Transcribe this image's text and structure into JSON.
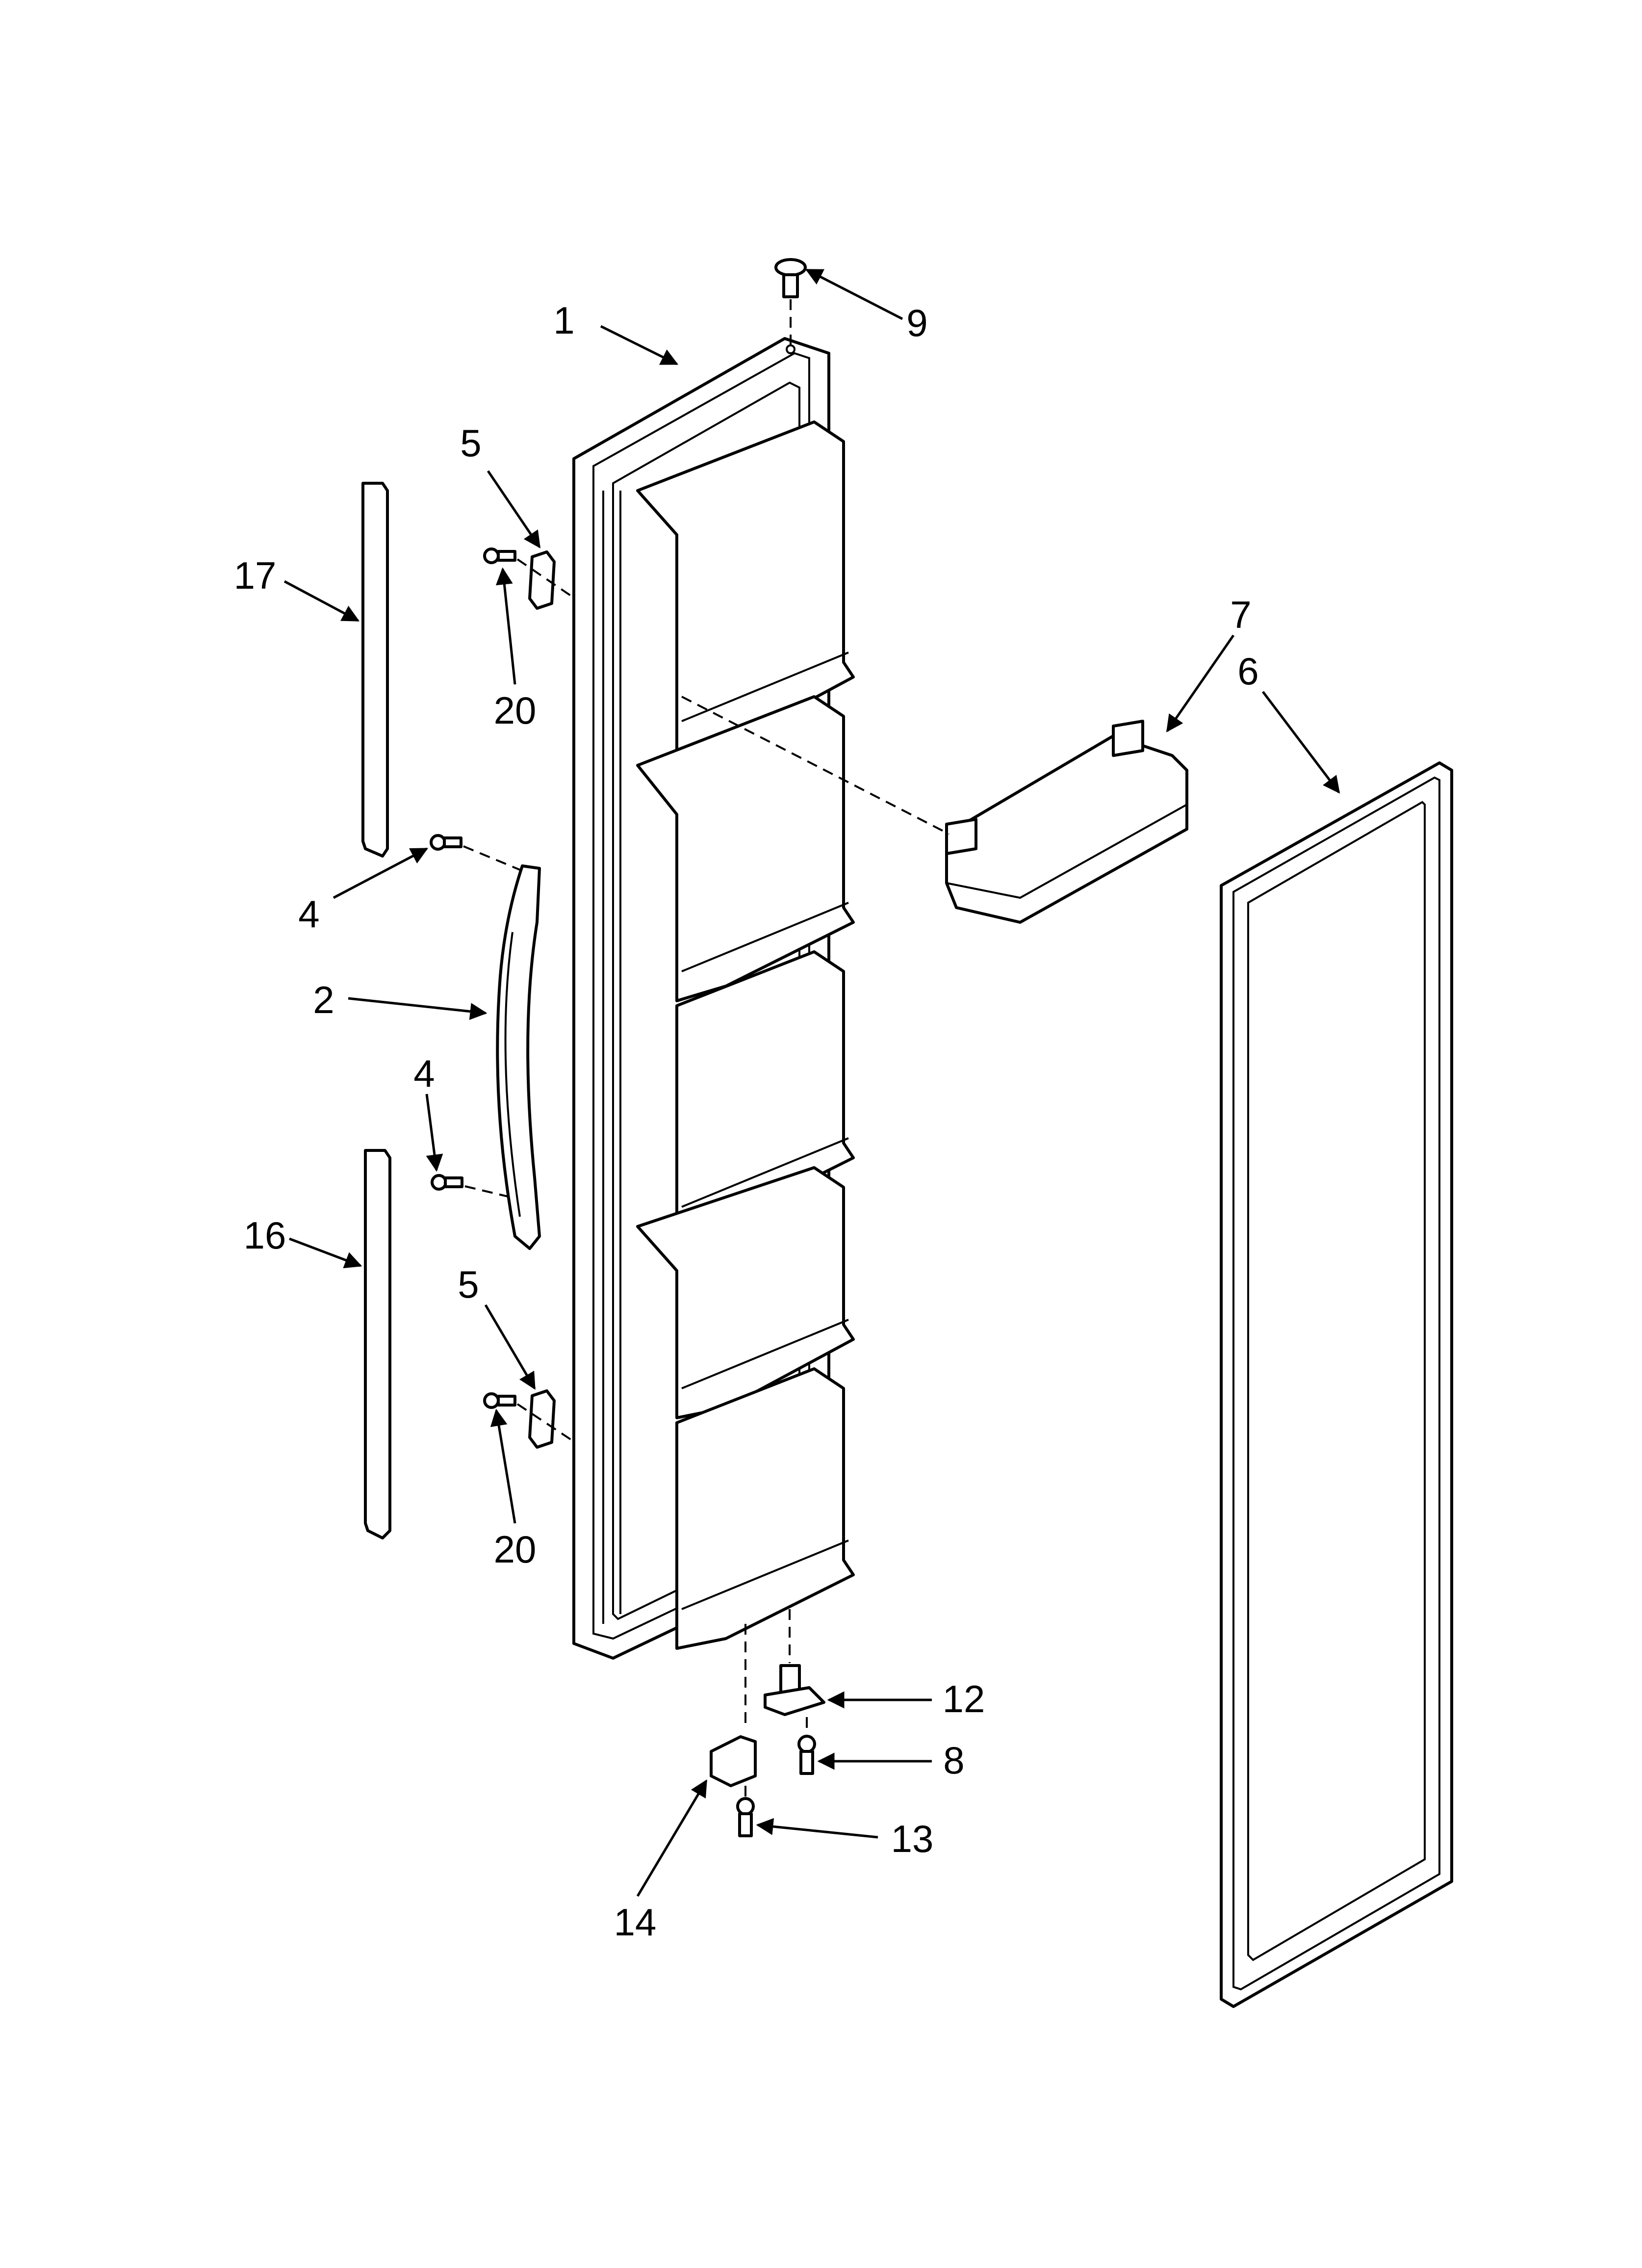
{
  "diagram": {
    "callouts": [
      {
        "id": "c1",
        "label": "1"
      },
      {
        "id": "c9",
        "label": "9"
      },
      {
        "id": "c5a",
        "label": "5"
      },
      {
        "id": "c17",
        "label": "17"
      },
      {
        "id": "c20a",
        "label": "20"
      },
      {
        "id": "c7",
        "label": "7"
      },
      {
        "id": "c6",
        "label": "6"
      },
      {
        "id": "c4a",
        "label": "4"
      },
      {
        "id": "c2",
        "label": "2"
      },
      {
        "id": "c4b",
        "label": "4"
      },
      {
        "id": "c16",
        "label": "16"
      },
      {
        "id": "c5b",
        "label": "5"
      },
      {
        "id": "c20b",
        "label": "20"
      },
      {
        "id": "c12",
        "label": "12"
      },
      {
        "id": "c8",
        "label": "8"
      },
      {
        "id": "c13",
        "label": "13"
      },
      {
        "id": "c14",
        "label": "14"
      }
    ]
  }
}
